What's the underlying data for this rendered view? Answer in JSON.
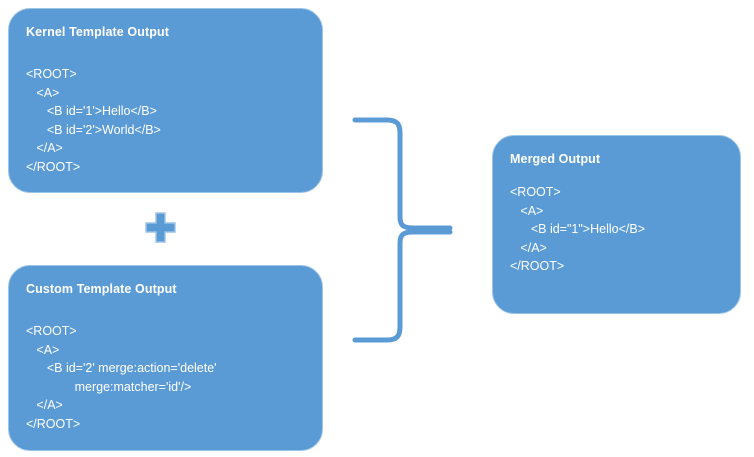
{
  "diagram": {
    "type": "merge-flow-diagram",
    "accent_color": "#5B9BD5",
    "border_color": "#9DC3E6",
    "text_color": "#FFFFFF",
    "background_color": "#FFFFFF",
    "operator_symbol": "plus",
    "connector_symbol": "right-curly-brace"
  },
  "boxes": {
    "kernel": {
      "title": "Kernel Template Output",
      "code": "<ROOT>\n   <A>\n      <B id='1'>Hello</B>\n      <B id='2'>World</B>\n   </A>\n</ROOT>"
    },
    "custom": {
      "title": "Custom Template Output",
      "code": "<ROOT>\n   <A>\n      <B id='2' merge:action='delete'\n              merge:matcher='id'/>\n   </A>\n</ROOT>"
    },
    "merged": {
      "title": "Merged Output",
      "code": "<ROOT>\n   <A>\n      <B id=\"1\">Hello</B>\n   </A>\n</ROOT>"
    }
  }
}
